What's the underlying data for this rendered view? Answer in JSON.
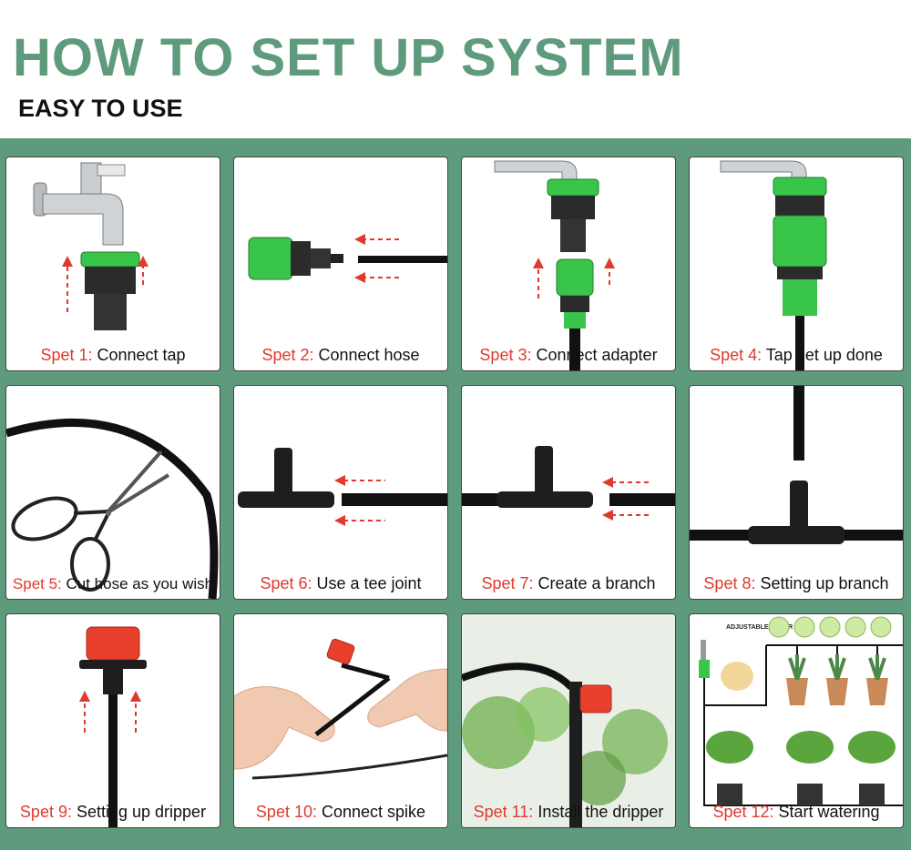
{
  "header": {
    "title": "HOW TO SET UP SYSTEM",
    "subtitle": "EASY TO USE"
  },
  "colors": {
    "board": "#5e9a7c",
    "step_label": "#e03a2e",
    "green_part": "#39c44a",
    "dripper": "#e8402c"
  },
  "steps": [
    {
      "label": "Spet 1:",
      "text": " Connect tap"
    },
    {
      "label": "Spet 2:",
      "text": " Connect hose"
    },
    {
      "label": "Spet 3:",
      "text": " Connect adapter"
    },
    {
      "label": "Spet 4:",
      "text": " Tap set up done"
    },
    {
      "label": "Spet 5:",
      "text": " Cut hose as you wish"
    },
    {
      "label": "Spet 6:",
      "text": " Use a tee joint"
    },
    {
      "label": "Spet 7:",
      "text": " Create a branch"
    },
    {
      "label": "Spet 8:",
      "text": " Setting up branch"
    },
    {
      "label": "Spet 9:",
      "text": " Setting up dripper"
    },
    {
      "label": "Spet 10:",
      "text": " Connect spike"
    },
    {
      "label": "Spet 11:",
      "text": " Install the dripper"
    },
    {
      "label": "Spet 12:",
      "text": " Start watering"
    }
  ],
  "diagram_labels": {
    "adjustable_flow": "ADJUSTABLE WATER FLOW"
  }
}
